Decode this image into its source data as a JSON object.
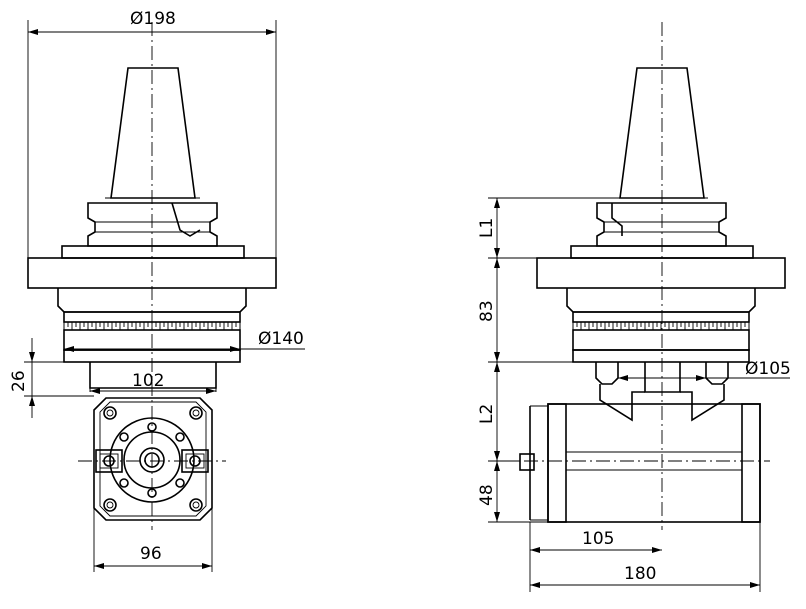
{
  "dimensions": {
    "d198": "Ø198",
    "d140": "Ø140",
    "d105": "Ø105",
    "w102": "102",
    "h26": "26",
    "w96": "96",
    "l1": "L1",
    "h83": "83",
    "l2": "L2",
    "h48": "48",
    "w105": "105",
    "w180": "180"
  }
}
